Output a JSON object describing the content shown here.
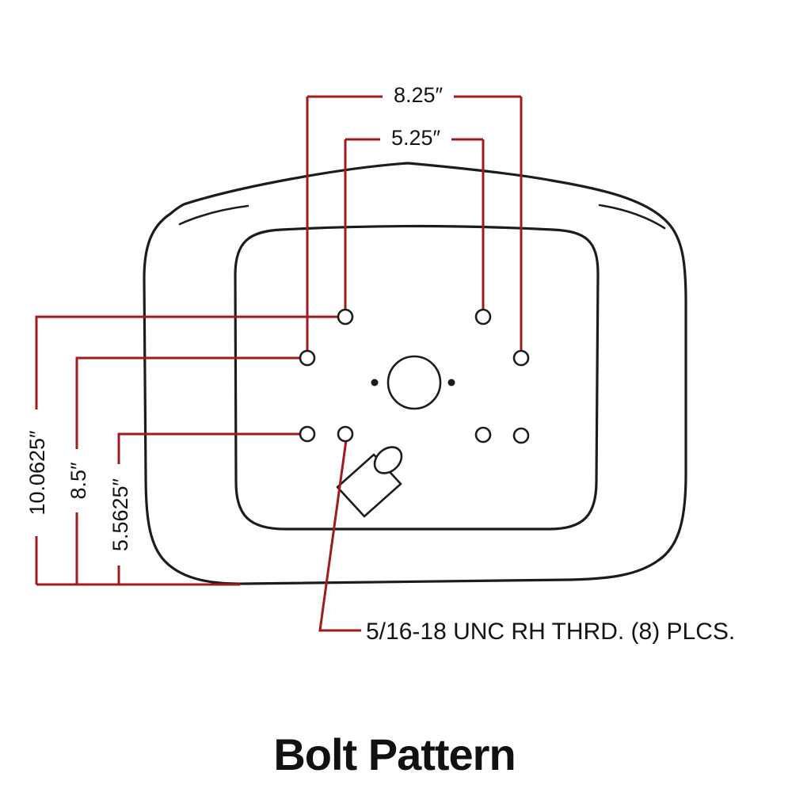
{
  "diagram": {
    "title": "Bolt Pattern",
    "callout": "5/16-18 UNC RH THRD. (8) PLCS.",
    "dimensions": {
      "outer_width": "8.25″",
      "inner_width": "5.25″",
      "height_top_row": "10.0625″",
      "height_mid_row": "8.5″",
      "height_low_row": "5.5625″"
    },
    "colors": {
      "dimension": "#9e1b1e",
      "outline": "#1c1c1c"
    }
  }
}
